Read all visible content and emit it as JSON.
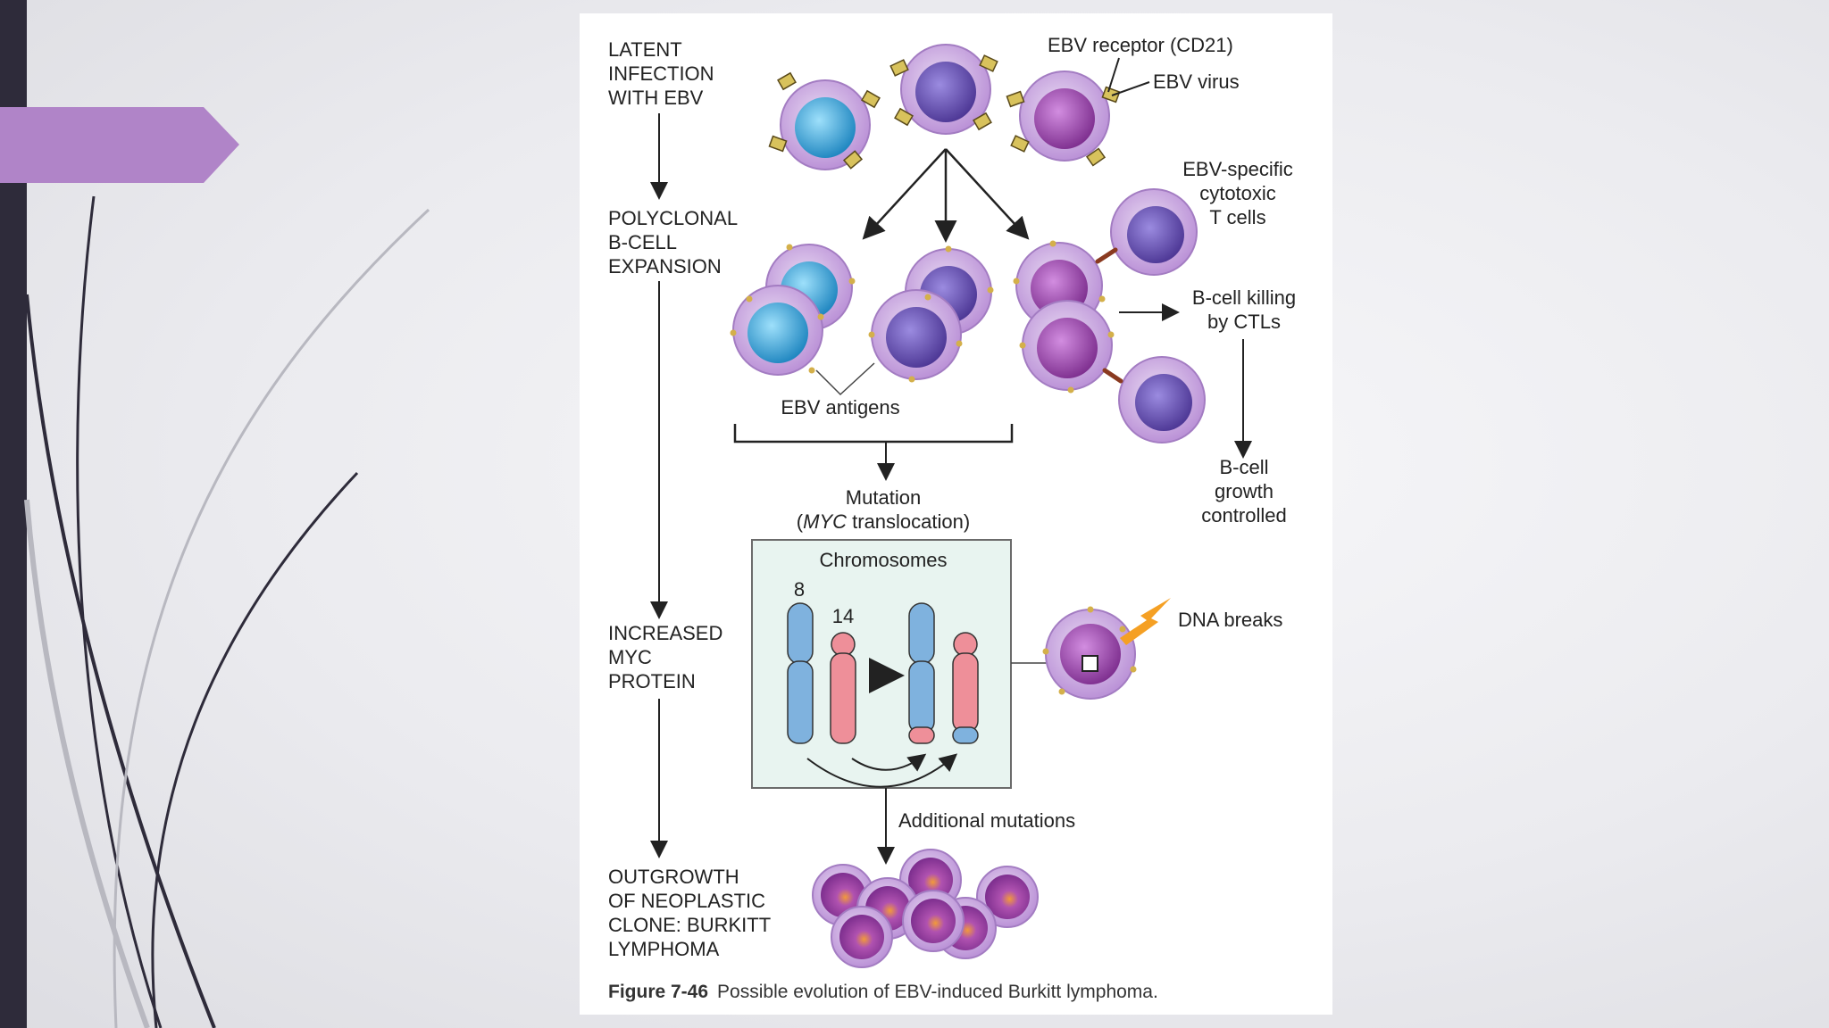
{
  "slide": {
    "accent_color": "#b084c8",
    "sidebar_color": "#2e2b3a"
  },
  "figure": {
    "stages": [
      [
        "LATENT",
        "INFECTION",
        "WITH EBV"
      ],
      [
        "POLYCLONAL",
        "B-CELL",
        "EXPANSION"
      ],
      [
        "INCREASED",
        "MYC",
        "PROTEIN"
      ],
      [
        "OUTGROWTH",
        "OF NEOPLASTIC",
        "CLONE: BURKITT",
        "LYMPHOMA"
      ]
    ],
    "labels": {
      "ebv_receptor": "EBV receptor (CD21)",
      "ebv_virus": "EBV virus",
      "ctl": [
        "EBV-specific",
        "cytotoxic",
        "T cells"
      ],
      "killing": [
        "B-cell killing",
        "by CTLs"
      ],
      "controlled": [
        "B-cell",
        "growth",
        "controlled"
      ],
      "antigens": "EBV antigens",
      "mutation": "Mutation",
      "translocation_italic": "MYC",
      "translocation_rest": " translocation)",
      "chromosomes": "Chromosomes",
      "chr8": "8",
      "chr14": "14",
      "dna_breaks": "DNA breaks",
      "additional": "Additional mutations"
    },
    "caption": {
      "number": "Figure 7-46",
      "text": "Possible evolution of EBV-induced Burkitt lymphoma."
    },
    "colors": {
      "cell_cytoplasm": "#c9a3de",
      "nucleus_blue": "#3aa4d6",
      "nucleus_purple": "#6a4fb0",
      "nucleus_magenta": "#9b4aa8",
      "chrom_blue": "#7fb2de",
      "chrom_pink": "#ee8f99",
      "box_fill": "#e8f4f0",
      "lightning": "#f5a024"
    }
  }
}
